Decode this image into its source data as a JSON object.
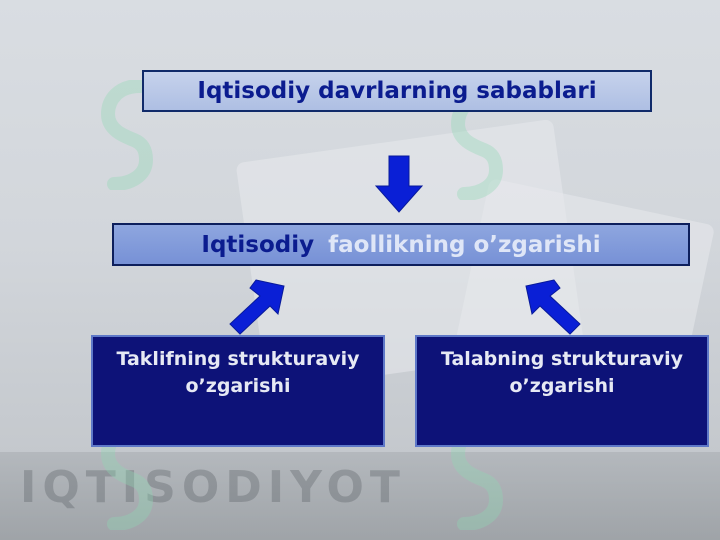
{
  "diagram": {
    "title_box": {
      "text": "Iqtisodiy davrlarning sabablari"
    },
    "center_box": {
      "part1": "Iqtisodiy",
      "part2": "faollikning o’zgarishi"
    },
    "left_box": {
      "line1": "Taklifning strukturaviy",
      "line2": "o’zgarishi"
    },
    "right_box": {
      "line1": "Talabning strukturaviy",
      "line2": "o’zgarishi"
    }
  },
  "colors": {
    "arrow": "#0a1fd6",
    "title_text": "#0b1c8f",
    "lower_box_fill": "#0d1278"
  },
  "watermark": {
    "text": "IQTISODIYOT"
  }
}
